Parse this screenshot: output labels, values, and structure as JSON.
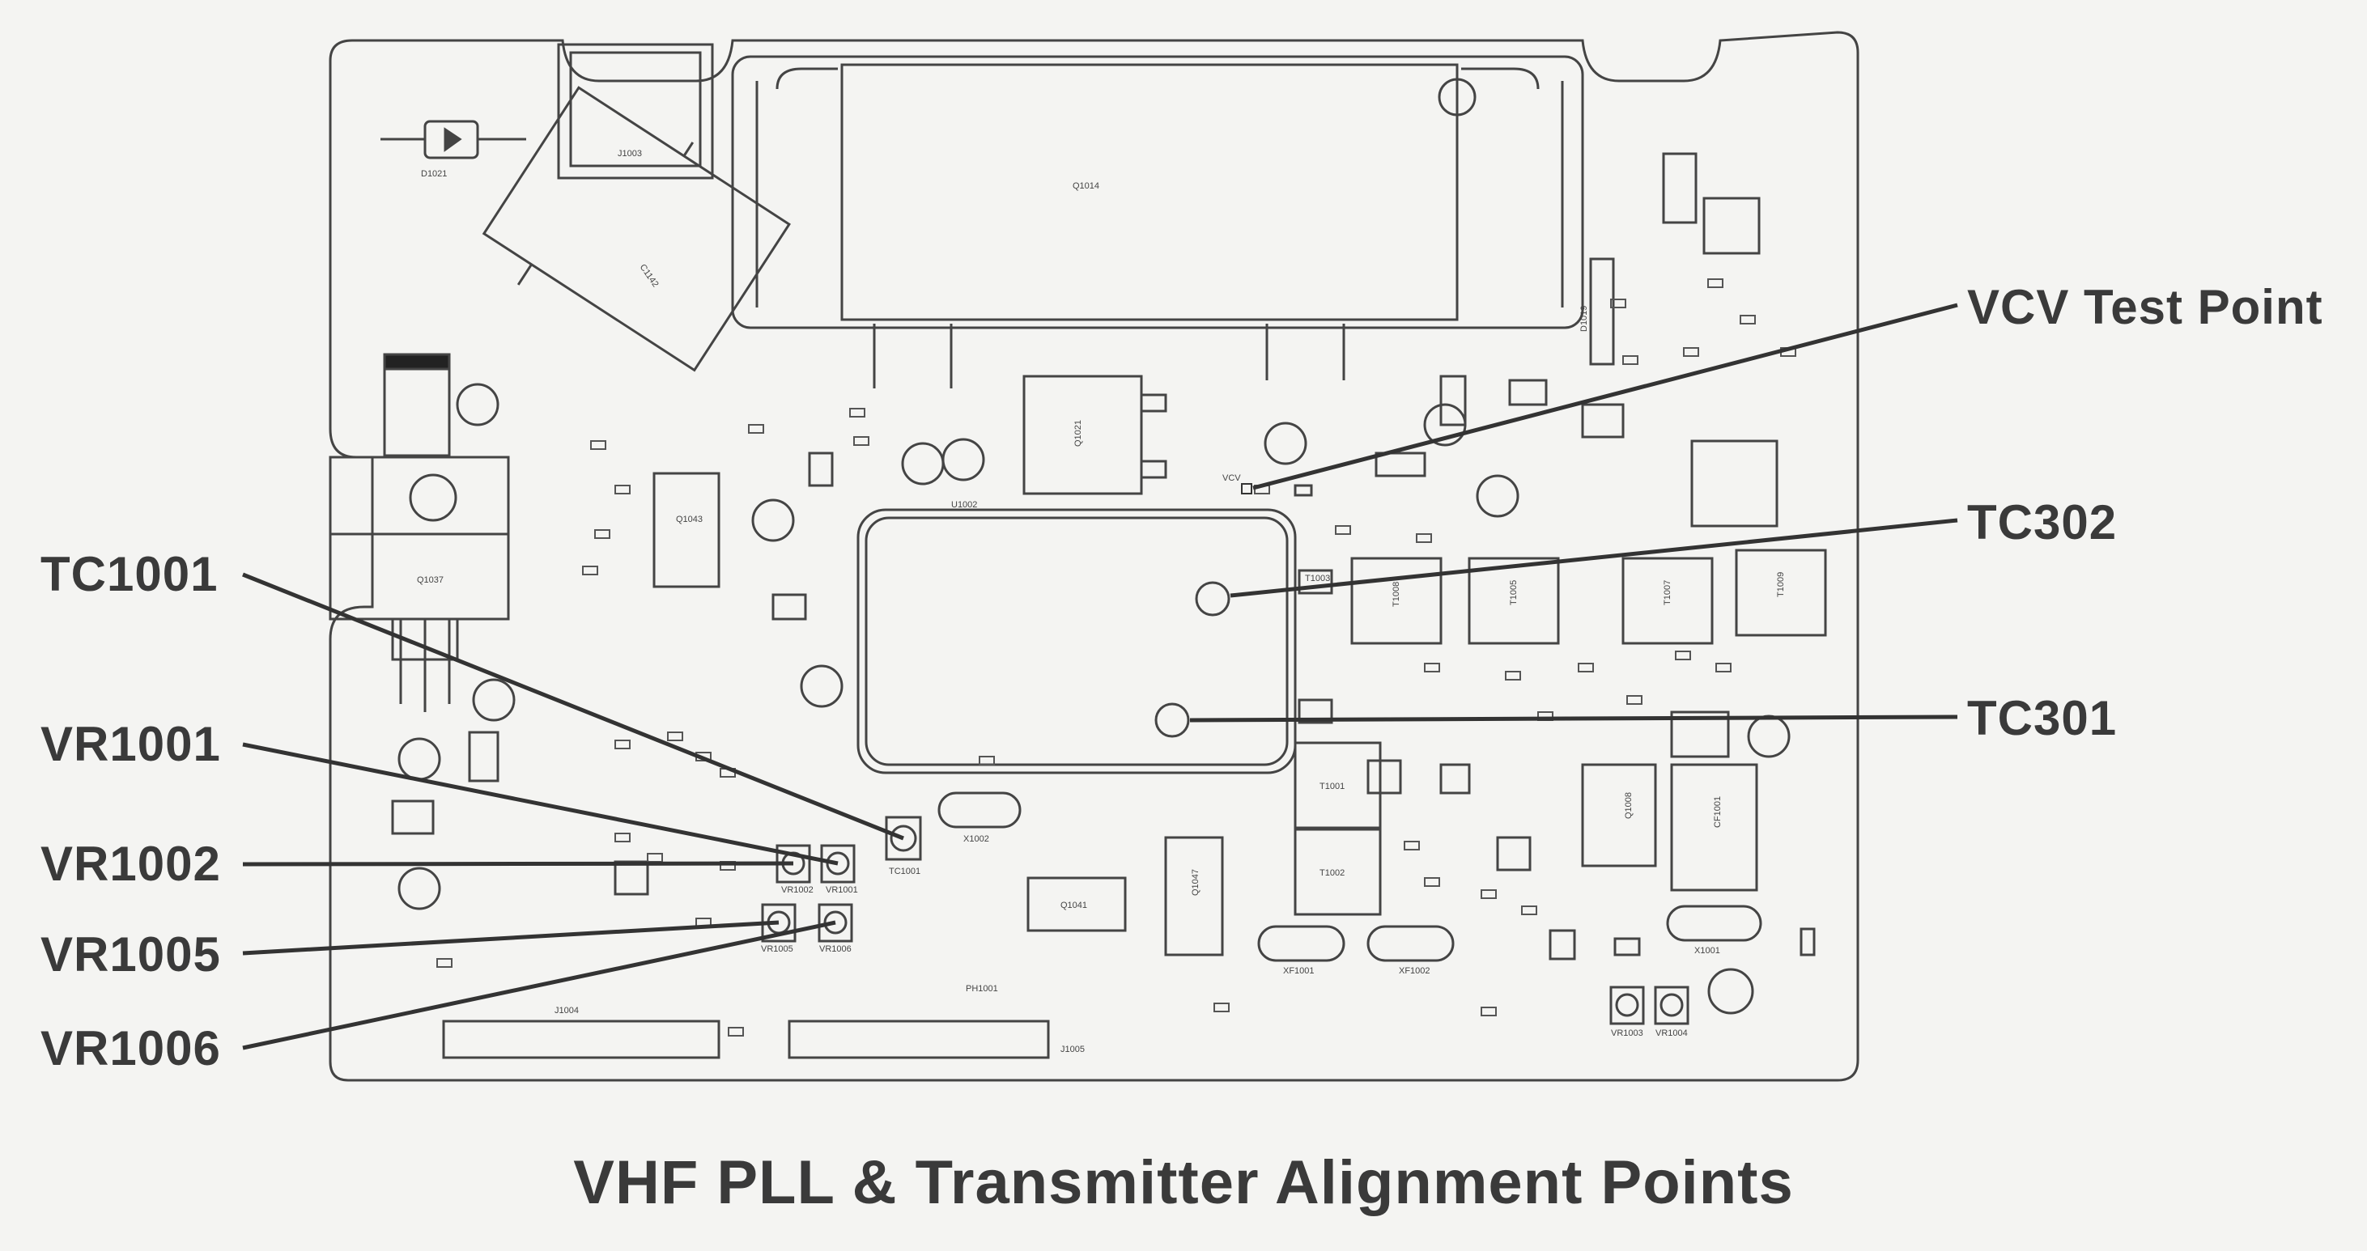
{
  "caption": "VHF PLL & Transmitter Alignment Points",
  "callouts": {
    "vcv": "VCV Test Point",
    "tc302": "TC302",
    "tc301": "TC301",
    "tc1001": "TC1001",
    "vr1001": "VR1001",
    "vr1002": "VR1002",
    "vr1005": "VR1005",
    "vr1006": "VR1006"
  },
  "board_labels": {
    "q1014": "Q1014",
    "q1021": "Q1021",
    "q1037": "Q1037",
    "q1043": "Q1043",
    "u1002": "U1002",
    "j1003": "J1003",
    "j1004": "J1004",
    "j1005": "J1005",
    "c1142": "C1142",
    "d1021": "D1021",
    "d1019": "D1019",
    "t1001": "T1001",
    "t1002": "T1002",
    "t1003": "T1003",
    "t1005": "T1005",
    "t1007": "T1007",
    "t1008": "T1008",
    "t1009": "T1009",
    "cf1001": "CF1001",
    "x1001": "X1001",
    "x1002": "X1002",
    "xf1001": "XF1001",
    "xf1002": "XF1002",
    "ph1001": "PH1001",
    "vcv": "VCV",
    "tc1001": "TC1001",
    "vr1001": "VR1001",
    "vr1002": "VR1002",
    "vr1003": "VR1003",
    "vr1004": "VR1004",
    "vr1005": "VR1005",
    "vr1006": "VR1006",
    "q1008": "Q1008",
    "q1041": "Q1041",
    "q1047": "Q1047"
  }
}
